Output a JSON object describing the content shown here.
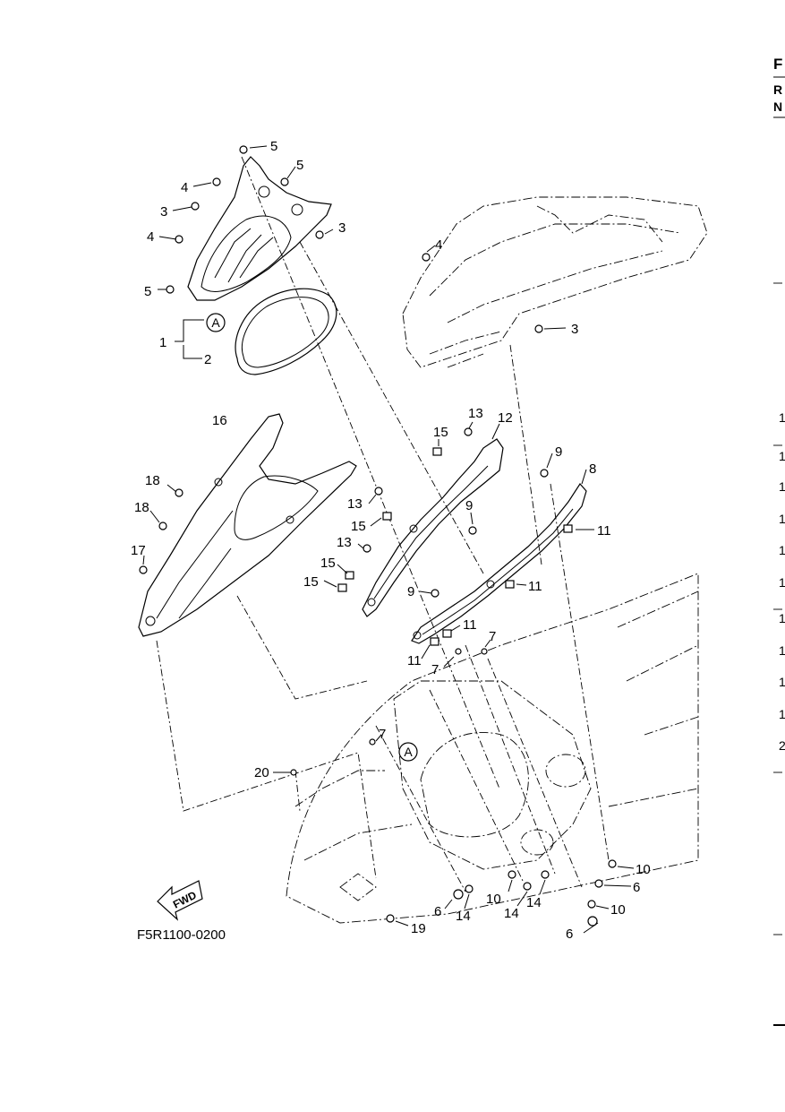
{
  "figure_code": "F5R1100-0200",
  "fwd_label": "FWD",
  "detail_marker": "A",
  "right_edge": {
    "header": "F",
    "lines": [
      "R",
      "N"
    ],
    "numbers": [
      "1",
      "1",
      "1",
      "1",
      "1",
      "1",
      "1",
      "1",
      "1",
      "1",
      "2"
    ]
  },
  "callouts": [
    {
      "id": "c5a",
      "label": "5"
    },
    {
      "id": "c5b",
      "label": "5"
    },
    {
      "id": "c4a",
      "label": "4"
    },
    {
      "id": "c3a",
      "label": "3"
    },
    {
      "id": "c3b",
      "label": "3"
    },
    {
      "id": "c4b",
      "label": "4"
    },
    {
      "id": "c5c",
      "label": "5"
    },
    {
      "id": "c1",
      "label": "1"
    },
    {
      "id": "c2",
      "label": "2"
    },
    {
      "id": "c4c",
      "label": "4"
    },
    {
      "id": "c3c",
      "label": "3"
    },
    {
      "id": "c16",
      "label": "16"
    },
    {
      "id": "c13a",
      "label": "13"
    },
    {
      "id": "c12",
      "label": "12"
    },
    {
      "id": "c15a",
      "label": "15"
    },
    {
      "id": "c9a",
      "label": "9"
    },
    {
      "id": "c8",
      "label": "8"
    },
    {
      "id": "c18a",
      "label": "18"
    },
    {
      "id": "c13b",
      "label": "13"
    },
    {
      "id": "c9b",
      "label": "9"
    },
    {
      "id": "c15b",
      "label": "15"
    },
    {
      "id": "c11a",
      "label": "11"
    },
    {
      "id": "c18b",
      "label": "18"
    },
    {
      "id": "c13c",
      "label": "13"
    },
    {
      "id": "c17",
      "label": "17"
    },
    {
      "id": "c15c",
      "label": "15"
    },
    {
      "id": "c15d",
      "label": "15"
    },
    {
      "id": "c9c",
      "label": "9"
    },
    {
      "id": "c11b",
      "label": "11"
    },
    {
      "id": "c11c",
      "label": "11"
    },
    {
      "id": "c11d",
      "label": "11"
    },
    {
      "id": "c7a",
      "label": "7"
    },
    {
      "id": "c7b",
      "label": "7"
    },
    {
      "id": "c7c",
      "label": "7"
    },
    {
      "id": "c20",
      "label": "20"
    },
    {
      "id": "c10a",
      "label": "10"
    },
    {
      "id": "c6a",
      "label": "6"
    },
    {
      "id": "c10b",
      "label": "10"
    },
    {
      "id": "c14a",
      "label": "14"
    },
    {
      "id": "c14b",
      "label": "14"
    },
    {
      "id": "c14c",
      "label": "14"
    },
    {
      "id": "c6b",
      "label": "6"
    },
    {
      "id": "c10c",
      "label": "10"
    },
    {
      "id": "c19",
      "label": "19"
    },
    {
      "id": "c6c",
      "label": "6"
    }
  ]
}
